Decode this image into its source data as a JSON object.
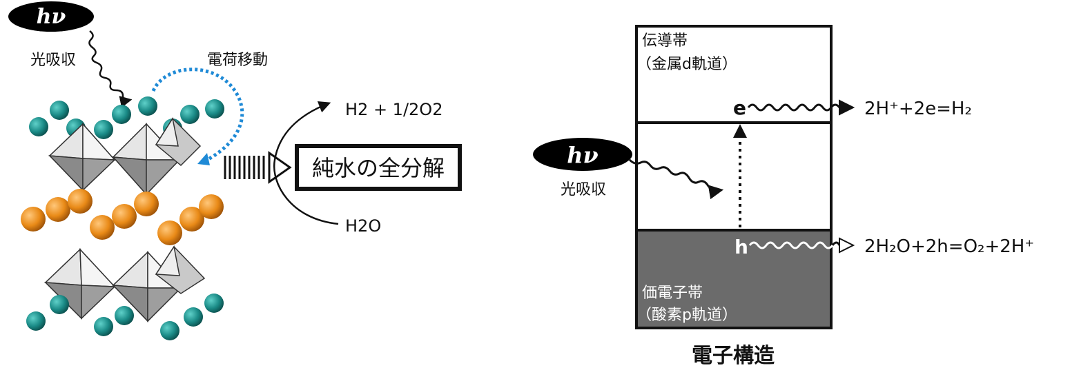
{
  "left_panel": {
    "photon_label": "hν",
    "absorption_label": "光吸収",
    "charge_transfer_label": "電荷移動",
    "product_label": "H2 + 1/2O2",
    "reactant_label": "H2O",
    "overall_reaction_box": "純水の全分解"
  },
  "right_panel": {
    "photon_label": "hν",
    "absorption_label": "光吸収",
    "conduction_band_label": "伝導帯",
    "conduction_band_sub": "（金属d軌道）",
    "valence_band_label": "価電子帯",
    "valence_band_sub": "（酸素p軌道）",
    "electron_label": "e",
    "hole_label": "h",
    "reduction_equation": "2H⁺+2e=H₂",
    "oxidation_equation": "2H₂O+2h=O₂+2H⁺",
    "caption": "電子構造"
  },
  "colors": {
    "teal_atom": "#1a8a86",
    "orange_atom": "#e98a17",
    "octahedron": "#a9a9a9",
    "charge_transfer_arrow": "#1f8ad6",
    "valence_band_fill": "#6b6b6b"
  }
}
